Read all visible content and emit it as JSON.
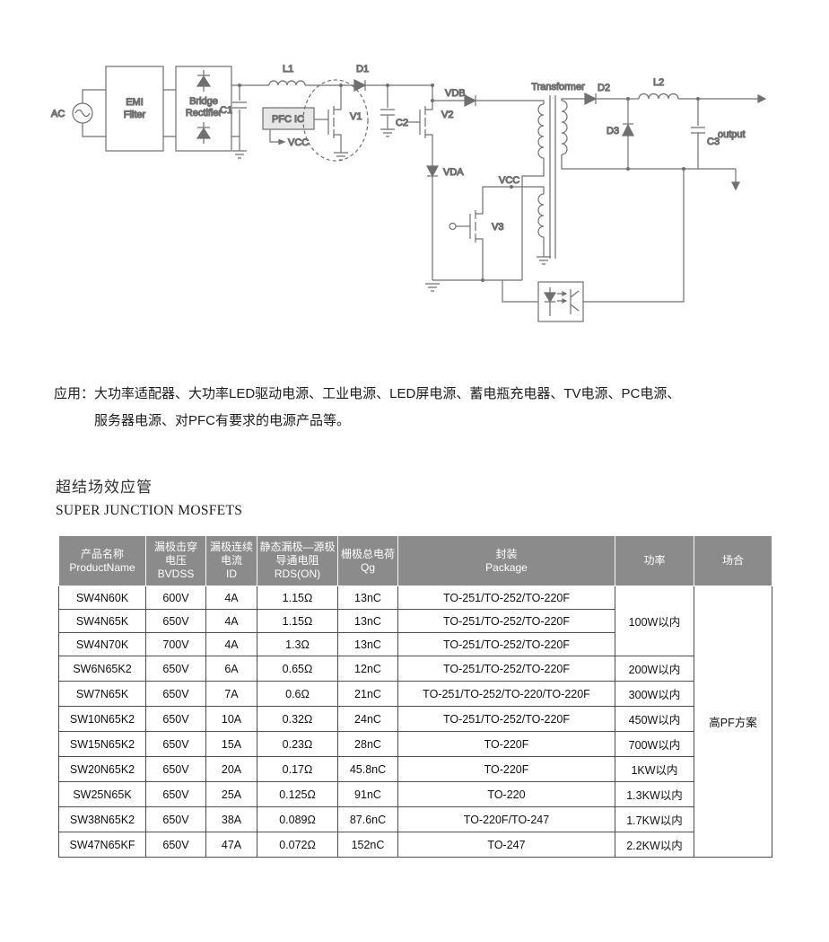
{
  "schematic": {
    "labels": {
      "ac": "AC",
      "emi_line1": "EMI",
      "emi_line2": "Filter",
      "bridge_line1": "Bridge",
      "bridge_line2": "Rectifier",
      "c1": "C1",
      "pfc_ic": "PFC IC",
      "vcc_pfc": "VCC",
      "l1": "L1",
      "d1": "D1",
      "v1": "V1",
      "c2": "C2",
      "v2": "V2",
      "vdb": "VDB",
      "vda": "VDA",
      "v3": "V3",
      "vcc_aux": "VCC",
      "transformer": "Transformer",
      "d2": "D2",
      "d3": "D3",
      "l2": "L2",
      "c3": "C3",
      "output": "output"
    }
  },
  "application": {
    "line1": "应用：大功率适配器、大功率LED驱动电源、工业电源、LED屏电源、蓄电瓶充电器、TV电源、PC电源、",
    "line2": "服务器电源、对PFC有要求的电源产品等。"
  },
  "section": {
    "title_cn": "超结场效应管",
    "title_en": "SUPER JUNCTION MOSFETS"
  },
  "table": {
    "headers": [
      {
        "lines": [
          "产品名称",
          "ProductName"
        ]
      },
      {
        "lines": [
          "漏极击穿",
          "电压",
          "BVDSS"
        ]
      },
      {
        "lines": [
          "漏极连续",
          "电流",
          "ID"
        ]
      },
      {
        "lines": [
          "静态漏极—源极",
          "导通电阻",
          "RDS(ON)"
        ]
      },
      {
        "lines": [
          "栅极总电荷",
          "Qg"
        ]
      },
      {
        "lines": [
          "封装",
          "Package"
        ]
      },
      {
        "lines": [
          "功率"
        ]
      },
      {
        "lines": [
          "场合"
        ]
      }
    ],
    "rows": [
      {
        "name": "SW4N60K",
        "bvdss": "600V",
        "id": "4A",
        "rdson": "1.15Ω",
        "qg": "13nC",
        "package": "TO-251/TO-252/TO-220F"
      },
      {
        "name": "SW4N65K",
        "bvdss": "650V",
        "id": "4A",
        "rdson": "1.15Ω",
        "qg": "13nC",
        "package": "TO-251/TO-252/TO-220F"
      },
      {
        "name": "SW4N70K",
        "bvdss": "700V",
        "id": "4A",
        "rdson": "1.3Ω",
        "qg": "13nC",
        "package": "TO-251/TO-252/TO-220F"
      },
      {
        "name": "SW6N65K2",
        "bvdss": "650V",
        "id": "6A",
        "rdson": "0.65Ω",
        "qg": "12nC",
        "package": "TO-251/TO-252/TO-220F"
      },
      {
        "name": "SW7N65K",
        "bvdss": "650V",
        "id": "7A",
        "rdson": "0.6Ω",
        "qg": "21nC",
        "package": "TO-251/TO-252/TO-220/TO-220F"
      },
      {
        "name": "SW10N65K2",
        "bvdss": "650V",
        "id": "10A",
        "rdson": "0.32Ω",
        "qg": "24nC",
        "package": "TO-251/TO-252/TO-220F"
      },
      {
        "name": "SW15N65K2",
        "bvdss": "650V",
        "id": "15A",
        "rdson": "0.23Ω",
        "qg": "28nC",
        "package": "TO-220F"
      },
      {
        "name": "SW20N65K2",
        "bvdss": "650V",
        "id": "20A",
        "rdson": "0.17Ω",
        "qg": "45.8nC",
        "package": "TO-220F"
      },
      {
        "name": "SW25N65K",
        "bvdss": "650V",
        "id": "25A",
        "rdson": "0.125Ω",
        "qg": "91nC",
        "package": "TO-220"
      },
      {
        "name": "SW38N65K2",
        "bvdss": "650V",
        "id": "38A",
        "rdson": "0.089Ω",
        "qg": "87.6nC",
        "package": "TO-220F/TO-247"
      },
      {
        "name": "SW47N65KF",
        "bvdss": "650V",
        "id": "47A",
        "rdson": "0.072Ω",
        "qg": "152nC",
        "package": "TO-247"
      }
    ],
    "power_groups": [
      {
        "label": "100W以内",
        "span": 3
      },
      {
        "label": "200W以内",
        "span": 1
      },
      {
        "label": "300W以内",
        "span": 1
      },
      {
        "label": "450W以内",
        "span": 1
      },
      {
        "label": "700W以内",
        "span": 1
      },
      {
        "label": "1KW以内",
        "span": 1
      },
      {
        "label": "1.3KW以内",
        "span": 1
      },
      {
        "label": "1.7KW以内",
        "span": 1
      },
      {
        "label": "2.2KW以内",
        "span": 1
      }
    ],
    "scenario": {
      "label": "高PF方案",
      "span": 11
    },
    "colors": {
      "header_bg": "#8b8b8b",
      "header_text": "#ffffff",
      "border": "#4f4f4f"
    }
  }
}
